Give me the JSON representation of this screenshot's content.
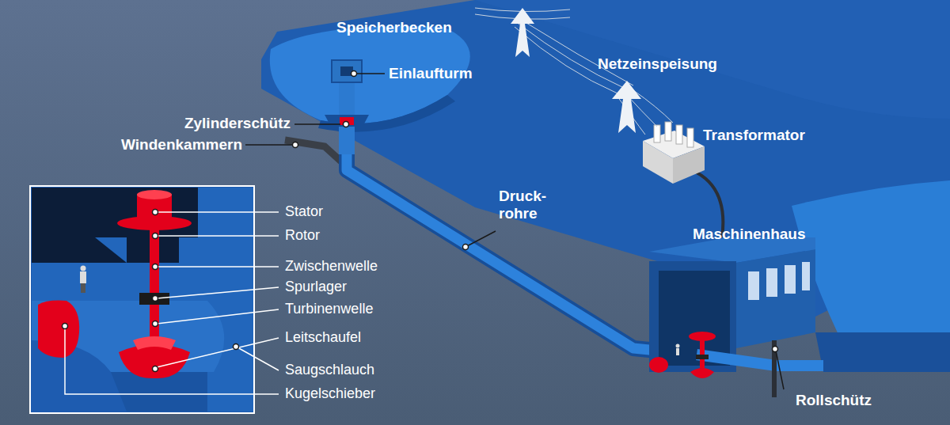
{
  "diagram": {
    "labels": [
      "Speicherbecken",
      "Einlaufturm",
      "Zylinderschütz",
      "Windenkammern",
      "Netzeinspeisung",
      "Transformator",
      "Druck- rohre",
      "Maschinenhaus",
      "Rollschütz",
      "Stator",
      "Rotor",
      "Zwischenwelle",
      "Spurlager",
      "Turbinenwelle",
      "Leitschaufel",
      "Saugschlauch",
      "Kugelschieber"
    ]
  }
}
